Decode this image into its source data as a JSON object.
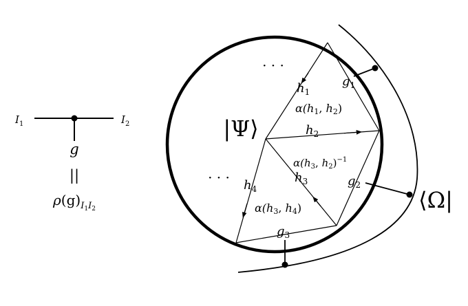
{
  "left_legend": {
    "index_left": "I",
    "index_left_sub": "1",
    "index_right": "I",
    "index_right_sub": "2",
    "group_element": "g",
    "equals_sign": "||",
    "rep_rho": "ρ",
    "rep_arg": "(g)",
    "rep_sub_i1": "I",
    "rep_sub_1": "1",
    "rep_sub_i2": "I",
    "rep_sub_2": "2"
  },
  "state_ket": {
    "open": "|",
    "symbol": "Ψ",
    "close": "⟩"
  },
  "boundary_bra": {
    "open": "⟨",
    "symbol": "Ω",
    "close": "|"
  },
  "edge_labels": {
    "h1": {
      "base": "h",
      "sub": "1"
    },
    "h2": {
      "base": "h",
      "sub": "2"
    },
    "h3": {
      "base": "h",
      "sub": "3"
    },
    "h4": {
      "base": "h",
      "sub": "4"
    },
    "g1": {
      "base": "g",
      "sub": "1"
    },
    "g2": {
      "base": "g",
      "sub": "2"
    },
    "g3": {
      "base": "g",
      "sub": "3"
    }
  },
  "cocycle_labels": {
    "alpha_h1_h2": {
      "pre": "α(",
      "a": "h",
      "a_sub": "1",
      "mid": ", ",
      "b": "h",
      "b_sub": "2",
      "post": ")"
    },
    "alpha_h3_h2_inv": {
      "pre": "α(",
      "a": "h",
      "a_sub": "3",
      "mid": ", ",
      "b": "h",
      "b_sub": "2",
      "post": ")",
      "exp": "−1"
    },
    "alpha_h3_h4": {
      "pre": "α(",
      "a": "h",
      "a_sub": "3",
      "mid": ", ",
      "b": "h",
      "b_sub": "4",
      "post": ")"
    }
  },
  "ellipsis": {
    "top": "· · ·",
    "left": "· · ·"
  }
}
